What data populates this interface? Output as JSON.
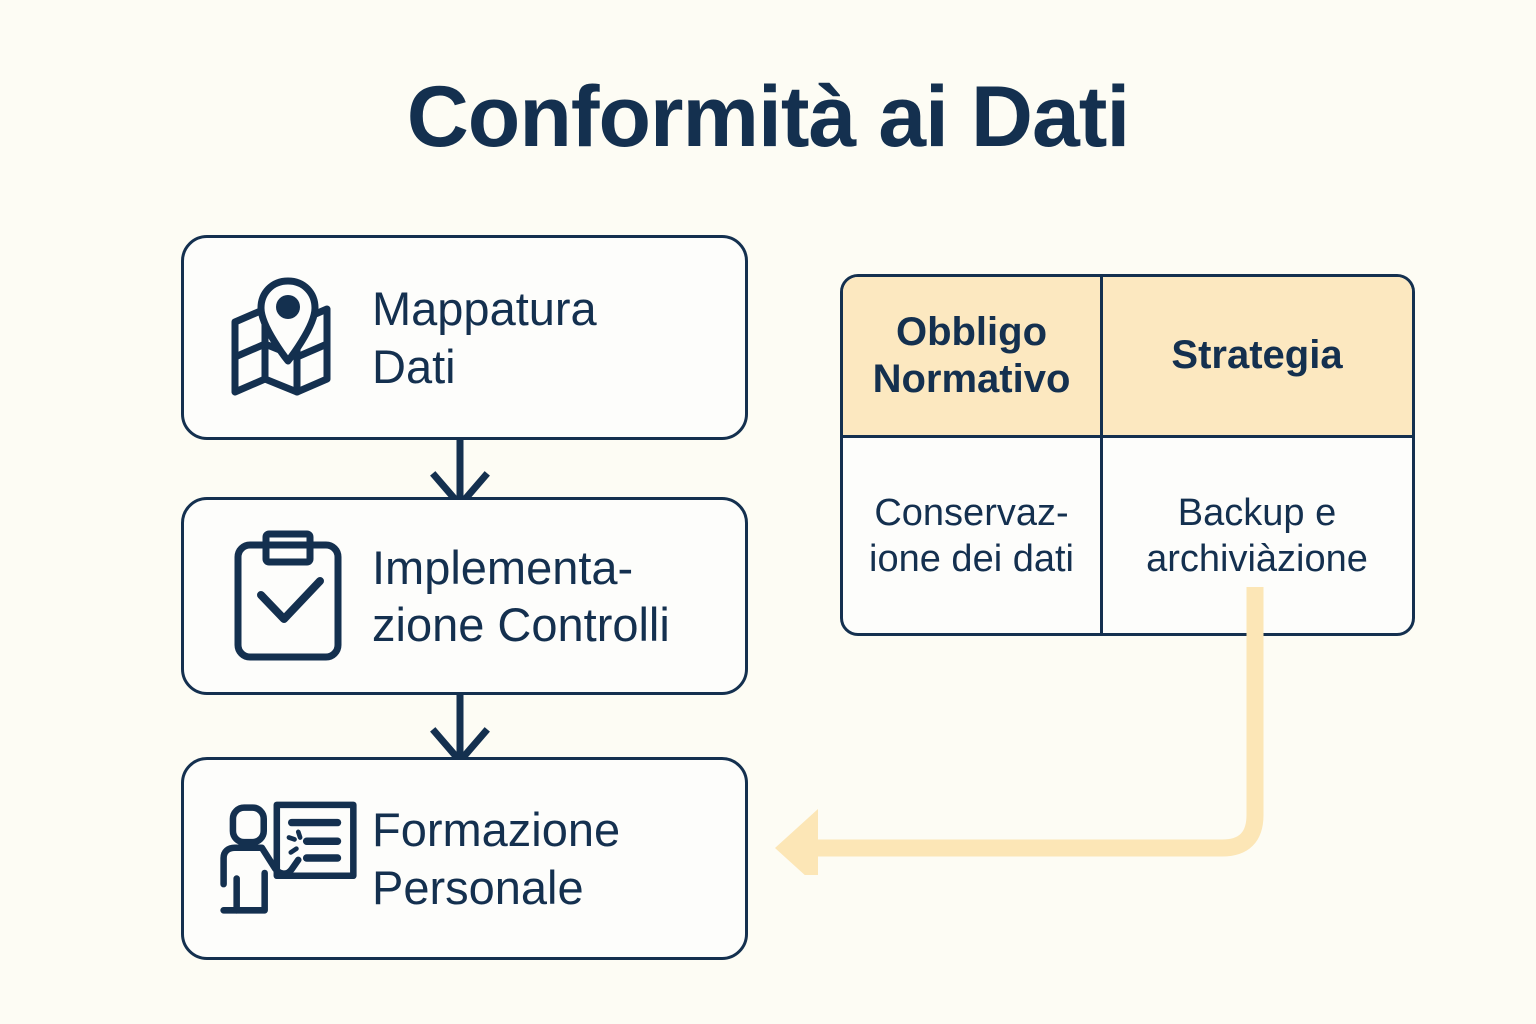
{
  "page": {
    "title": "Conformità ai Dati",
    "background_color": "#FDFCF4",
    "ink_color": "#14304F",
    "accent_color": "#FCE8C0"
  },
  "flow": {
    "steps": [
      {
        "id": "step-1",
        "icon": "map-pin-icon",
        "label": "Mappatura\nDati"
      },
      {
        "id": "step-2",
        "icon": "clipboard-check-icon",
        "label": "Implementa-\nzione Controlli"
      },
      {
        "id": "step-3",
        "icon": "training-presentation-icon",
        "label": "Formazione\nPersonale"
      }
    ],
    "connectors": [
      {
        "id": "connector-1-2",
        "icon": "arrow-down-icon",
        "from": "step-1",
        "to": "step-2"
      },
      {
        "id": "connector-2-3",
        "icon": "arrow-down-icon",
        "from": "step-2",
        "to": "step-3"
      }
    ]
  },
  "matrix": {
    "headers": [
      "Obbligo\nNormativo",
      "Strategia"
    ],
    "rows": [
      [
        "Conservaz-\nione dei dati",
        "Backup e\narchiviàzione"
      ]
    ]
  },
  "feedback": {
    "icon": "arrow-left-elbow-icon",
    "from": "matrix-cell-strategy",
    "to": "step-3",
    "color": "#FCE6B6"
  }
}
